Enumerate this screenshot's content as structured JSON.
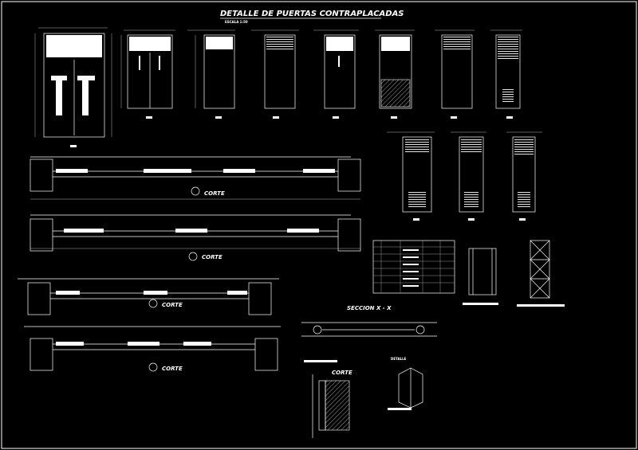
{
  "drawing": {
    "title": "DETALLE DE PUERTAS CONTRAPLACADAS",
    "scale_note": "ESCALA 1:50",
    "section_labels": [
      "CORTE",
      "CORTE",
      "CORTE",
      "CORTE"
    ],
    "section_xx": "SECCION X - X",
    "detail_section": "CORTE",
    "detail_label": "DETALLE"
  },
  "colors": {
    "background": "#000000",
    "lines": "#ffffff",
    "hatch": "#c0c0c0"
  },
  "icons": [
    "door-elevation-icon",
    "door-section-icon",
    "hinge-detail-icon"
  ]
}
